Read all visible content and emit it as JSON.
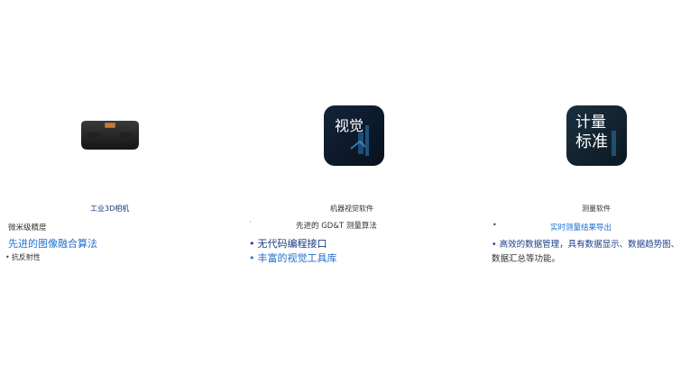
{
  "products": [
    {
      "caption": "工业3D相机",
      "features": [
        "微米级精度",
        "先进的图像融合算法",
        "抗反射性"
      ],
      "icon": "3d-camera-icon"
    },
    {
      "caption": "机器视觉软件",
      "icon_text": "视觉",
      "features": [
        "先进的 GD&T 测量算法",
        "无代码编程接口",
        "丰富的视觉工具库"
      ],
      "icon": "vision-software-icon"
    },
    {
      "caption": "测量软件",
      "icon_text": [
        "计量",
        "标准"
      ],
      "features": [
        "实时测量结果导出",
        "高效的数据管理，具有数据显示、数据趋势图、",
        "数据汇总等功能。"
      ],
      "icon": "measurement-software-icon"
    }
  ],
  "colors": {
    "caption_blue": "#1f3a78",
    "link_blue": "#1e6fcf",
    "dark_blue": "#1a3d85",
    "icon_bg": "#0c1a2c"
  }
}
